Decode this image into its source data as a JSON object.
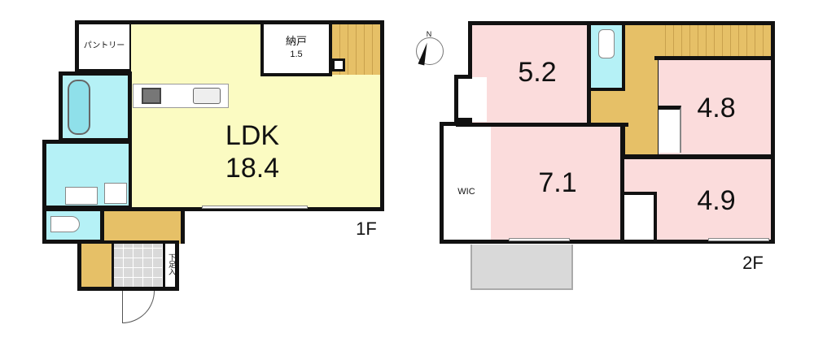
{
  "floor1": {
    "label": "1F",
    "rooms": {
      "pantry": "パントリー",
      "storage_name": "納戸",
      "storage_size": "1.5",
      "ldk_name": "LDK",
      "ldk_size": "18.4",
      "shoe_storage": "下足入"
    }
  },
  "floor2": {
    "label": "2F",
    "rooms": {
      "room_a": "5.2",
      "room_b": "4.8",
      "room_c": "7.1",
      "room_d": "4.9",
      "wic": "WIC"
    }
  },
  "compass": {
    "north": "N"
  },
  "colors": {
    "ldk": "#fbfbc2",
    "wet": "#b5f1f6",
    "hall": "#e6c067",
    "bedroom": "#fbdcdc",
    "balcony": "#d9d9d9"
  }
}
